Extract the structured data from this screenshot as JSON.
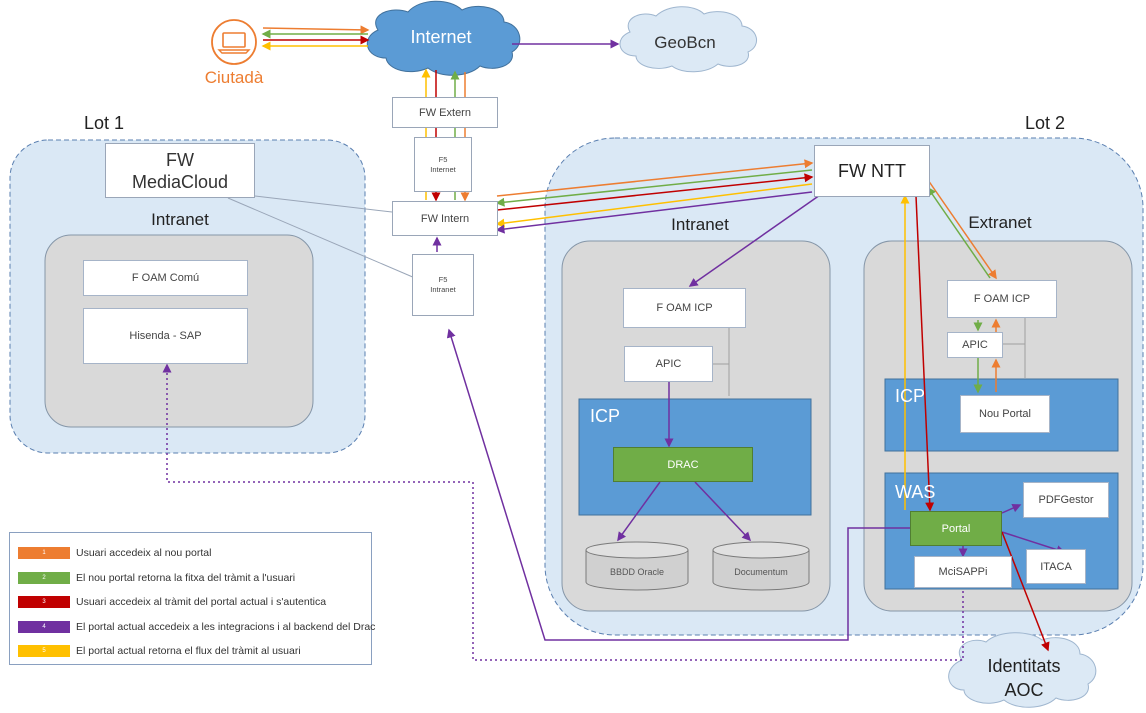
{
  "colors": {
    "flow1": "#ed7d31",
    "flow2": "#70ad47",
    "flow3": "#c00000",
    "flow4": "#7030a0",
    "flow5": "#ffc000",
    "lot_fill": "#dae8f5",
    "zone_fill": "#d9d9d9",
    "icp_fill": "#5b9bd5",
    "drac_fill": "#70ad47",
    "cloud_internet": "#5b9bd5",
    "cloud_light": "#dce9f5",
    "ciutada": "#ed7d31"
  },
  "external": {
    "internet": "Internet",
    "geobcn": "GeoBcn",
    "ciutada": "Ciutadà",
    "ciutada_icon": "laptop-icon",
    "identitats": [
      "Identitats",
      "AOC"
    ]
  },
  "firewalls": {
    "extern": "FW Extern",
    "f5_internet": [
      "F5",
      "Internet"
    ],
    "intern": "FW Intern",
    "f5_intranet": [
      "F5",
      "Intranet"
    ]
  },
  "lot1": {
    "label": "Lot 1",
    "fw": [
      "FW",
      "MediaCloud"
    ],
    "zone": "Intranet",
    "foam": "F OAM Comú",
    "hisenda": "Hisenda - SAP"
  },
  "lot2": {
    "label": "Lot 2",
    "fw": "FW NTT",
    "intranet": {
      "label": "Intranet",
      "foam": "F OAM ICP",
      "apic": "APIC",
      "icp": "ICP",
      "drac": "DRAC",
      "db_oracle": "BBDD Oracle",
      "documentum": "Documentum"
    },
    "extranet": {
      "label": "Extranet",
      "foam": "F OAM ICP",
      "apic": "APIC",
      "icp": "ICP",
      "nou_portal": "Nou Portal",
      "was": "WAS",
      "pdfgestor": "PDFGestor",
      "portal": "Portal",
      "mcisappi": "MciSAPPi",
      "itaca": "ITACA"
    }
  },
  "legend": [
    {
      "num": "1",
      "color": "#ed7d31",
      "text": "Usuari accedeix al nou portal"
    },
    {
      "num": "2",
      "color": "#70ad47",
      "text": "El nou portal retorna la fitxa del tràmit a l'usuari"
    },
    {
      "num": "3",
      "color": "#c00000",
      "text": "Usuari accedeix al tràmit del portal actual i s'autentica"
    },
    {
      "num": "4",
      "color": "#7030a0",
      "text": "El portal actual accedeix a les integracions i al backend del Drac"
    },
    {
      "num": "5",
      "color": "#ffc000",
      "text": "El portal actual retorna el flux del tràmit al usuari"
    }
  ]
}
